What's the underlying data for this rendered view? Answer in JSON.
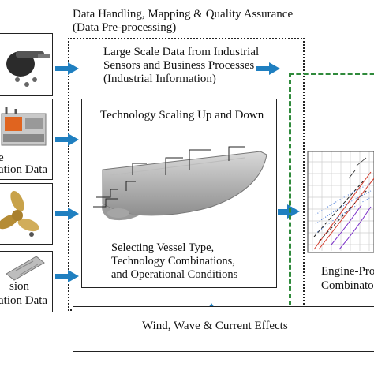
{
  "header": {
    "line1": "Data Handling, Mapping & Quality Assurance",
    "line2": "(Data Pre-processing)"
  },
  "industrial_info": {
    "line1": "Large Scale Data from Industrial",
    "line2": "Sensors and Business Processes",
    "line3": "(Industrial Information)"
  },
  "center_box": {
    "title": "Technology Scaling Up and Down",
    "line1": "Selecting Vessel Type,",
    "line2": "Technology Combinations,",
    "line3": "and Operational Conditions"
  },
  "left_panels": {
    "engine_label": "e",
    "engine_label2": "ation Data",
    "propulsion_label1": "sion",
    "propulsion_label2": "ation Data"
  },
  "right_panel": {
    "line1": "Engine-Pro",
    "line2": "Combinato"
  },
  "bottom_box": {
    "label": "Wind, Wave & Current Effects"
  },
  "colors": {
    "arrow": "#1f7fc0",
    "green_border": "#2f8a3b",
    "chart_red": "#d43a2a",
    "chart_purple": "#7b2fc9",
    "chart_blue": "#3a6fd4"
  }
}
